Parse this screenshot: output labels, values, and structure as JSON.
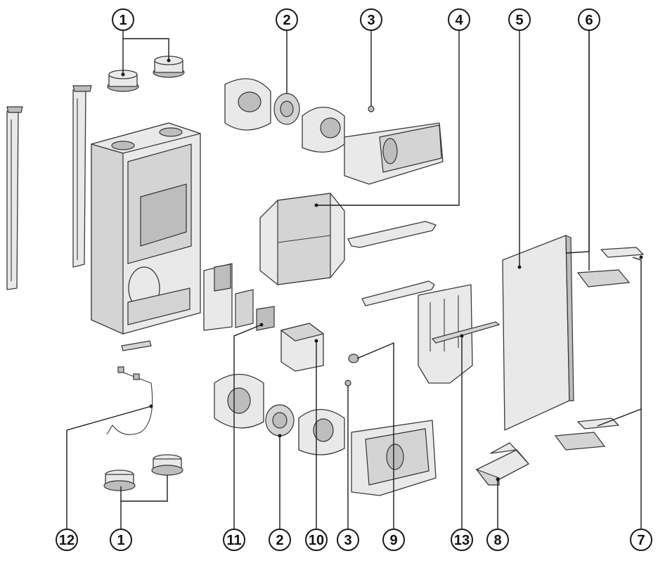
{
  "callouts": {
    "top_1": "1",
    "top_2": "2",
    "top_3": "3",
    "top_4": "4",
    "top_5": "5",
    "top_6": "6",
    "bot_12": "12",
    "bot_1": "1",
    "bot_11": "11",
    "bot_2": "2",
    "bot_10": "10",
    "bot_3": "3",
    "bot_9": "9",
    "bot_13": "13",
    "bot_8": "8",
    "bot_7": "7"
  },
  "colors": {
    "line": "#1a1a1a",
    "part_fill": "#e9e9e9",
    "part_shade": "#bdbdbd"
  }
}
